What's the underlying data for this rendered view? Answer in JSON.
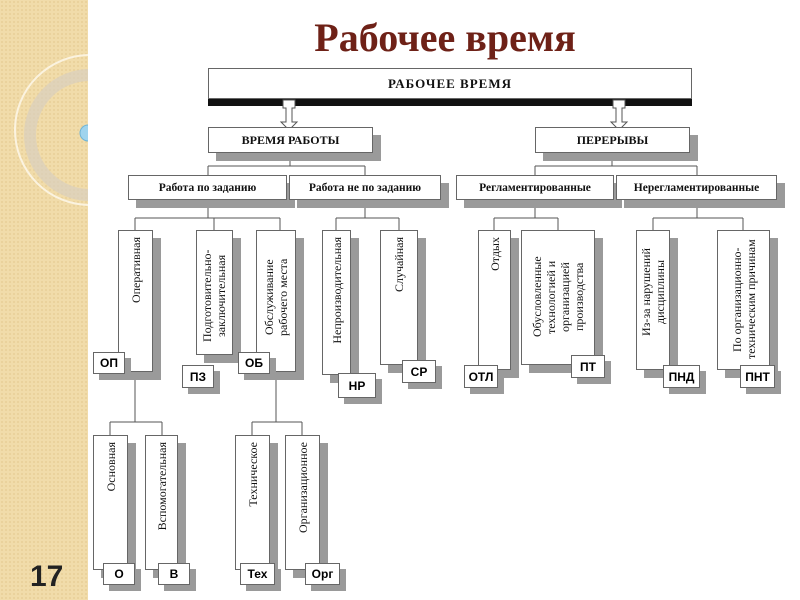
{
  "slide": {
    "title": "Рабочее время",
    "page_number": "17"
  },
  "diagram": {
    "root": "РАБОЧЕЕ ВРЕМЯ",
    "level1": [
      "ВРЕМЯ РАБОТЫ",
      "ПЕРЕРЫВЫ"
    ],
    "level2": [
      "Работа по заданию",
      "Работа не по заданию",
      "Регламентированные",
      "Нерегламентированные"
    ],
    "level3": [
      {
        "label": "Оперативная",
        "code": "ОП"
      },
      {
        "label": "Подготовительно-заключительная",
        "code": "ПЗ"
      },
      {
        "label": "Обслуживание рабочего места",
        "code": "ОБ"
      },
      {
        "label": "Непроизводительная",
        "code": "НР"
      },
      {
        "label": "Случайная",
        "code": "СР"
      },
      {
        "label": "Отдых",
        "code": "ОТЛ"
      },
      {
        "label": "Обусловленные технологией и организацией производства",
        "code": "ПТ"
      },
      {
        "label": "Из-за нарушений дисциплины",
        "code": "ПНД"
      },
      {
        "label": "По организационно-техническим причинам",
        "code": "ПНТ"
      }
    ],
    "level4": [
      {
        "label": "Основная",
        "code": "О"
      },
      {
        "label": "Вспомогательная",
        "code": "В"
      },
      {
        "label": "Техническое",
        "code": "Тех"
      },
      {
        "label": "Организационное",
        "code": "Орг"
      }
    ]
  }
}
